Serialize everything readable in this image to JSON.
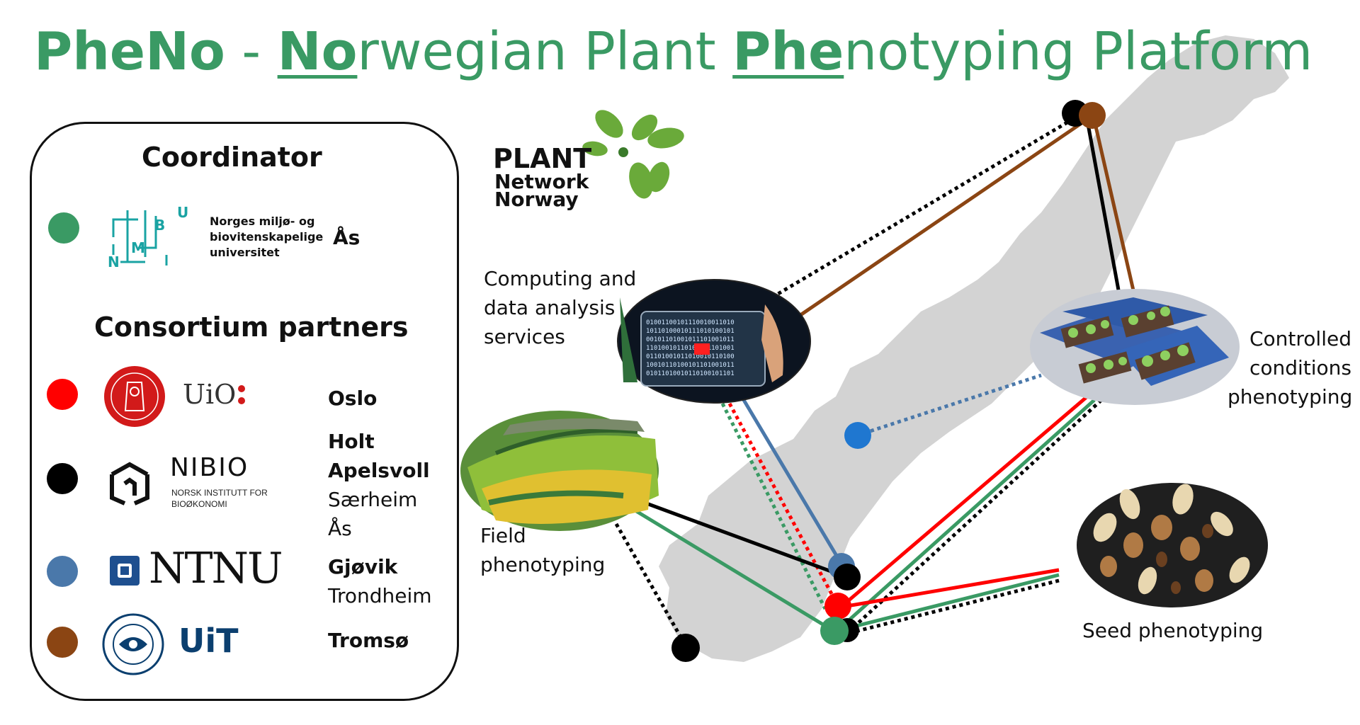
{
  "title": {
    "pheno": "PheNo",
    "dash": " - ",
    "no": "No",
    "rwegian": "rwegian Plant ",
    "phe": "Phe",
    "rest": "notyping Platform"
  },
  "panel": {
    "coordinator_heading": "Coordinator",
    "partners_heading": "Consortium partners",
    "coordinator": {
      "color": "#3a9a64",
      "logo_letters": [
        "N",
        "M",
        "B",
        "U"
      ],
      "name_lines": [
        "Norges miljø- og",
        "biovitenskapelige",
        "universitet"
      ],
      "location": "Ås"
    },
    "partners": [
      {
        "id": "uio",
        "color": "#ff0000",
        "logo_text": "UiO",
        "locations": [
          {
            "text": "Oslo",
            "bold": true
          }
        ]
      },
      {
        "id": "nibio",
        "color": "#000000",
        "logo_text": "NIBIO",
        "logo_sub": [
          "NORSK INSTITUTT FOR",
          "BIOØKONOMI"
        ],
        "locations": [
          {
            "text": "Holt",
            "bold": true
          },
          {
            "text": "Apelsvoll",
            "bold": true
          },
          {
            "text": "Særheim",
            "bold": false
          },
          {
            "text": "Ås",
            "bold": false
          }
        ]
      },
      {
        "id": "ntnu",
        "color": "#4a78aa",
        "logo_text": "NTNU",
        "locations": [
          {
            "text": "Gjøvik",
            "bold": true
          },
          {
            "text": "Trondheim",
            "bold": false
          }
        ]
      },
      {
        "id": "uit",
        "color": "#8b4513",
        "logo_text": "UiT",
        "locations": [
          {
            "text": "Tromsø",
            "bold": true
          }
        ]
      }
    ]
  },
  "network_logo": {
    "line1": "PLANT",
    "line2": "Network",
    "line3": "Norway"
  },
  "labels": {
    "computing": [
      "Computing and",
      "data analysis",
      "services"
    ],
    "field": [
      "Field",
      "phenotyping"
    ],
    "controlled": [
      "Controlled",
      "conditions",
      "phenotyping"
    ],
    "seed": "Seed phenotyping"
  },
  "colors": {
    "green": "#3a9a64",
    "red": "#ff0000",
    "black": "#000000",
    "blue": "#4a78aa",
    "brown": "#8b4513",
    "map": "#d3d3d3"
  }
}
